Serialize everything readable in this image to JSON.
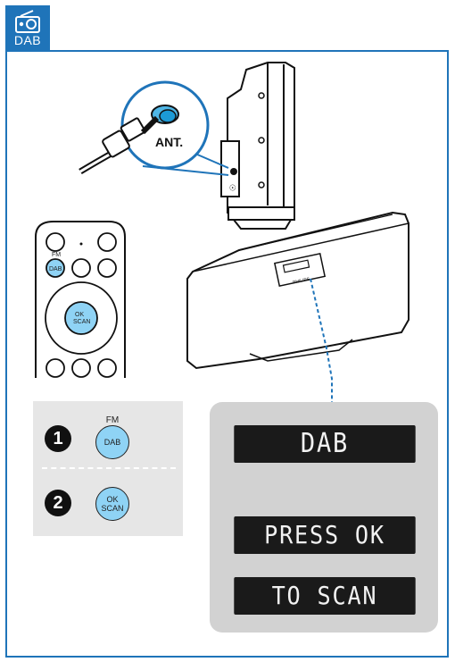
{
  "section_tab": {
    "label": "DAB",
    "icon": "radio-icon"
  },
  "antenna": {
    "label": "ANT."
  },
  "remote": {
    "fm_label": "FM",
    "dab_button": "DAB",
    "ok_label": "OK",
    "scan_label": "SCAN"
  },
  "unit": {
    "brand": "PHILIPS"
  },
  "steps": [
    {
      "number": "1",
      "top_label": "FM",
      "button_line1": "DAB",
      "button_line2": ""
    },
    {
      "number": "2",
      "top_label": "",
      "button_line1": "OK",
      "button_line2": "SCAN"
    }
  ],
  "display": {
    "screen1": "DAB",
    "screen2": "PRESS OK",
    "screen3": "TO SCAN"
  },
  "colors": {
    "accent": "#1f74b9",
    "button": "#8fd3f5",
    "panel": "#d2d2d2",
    "lcd": "#1a1a1a"
  }
}
